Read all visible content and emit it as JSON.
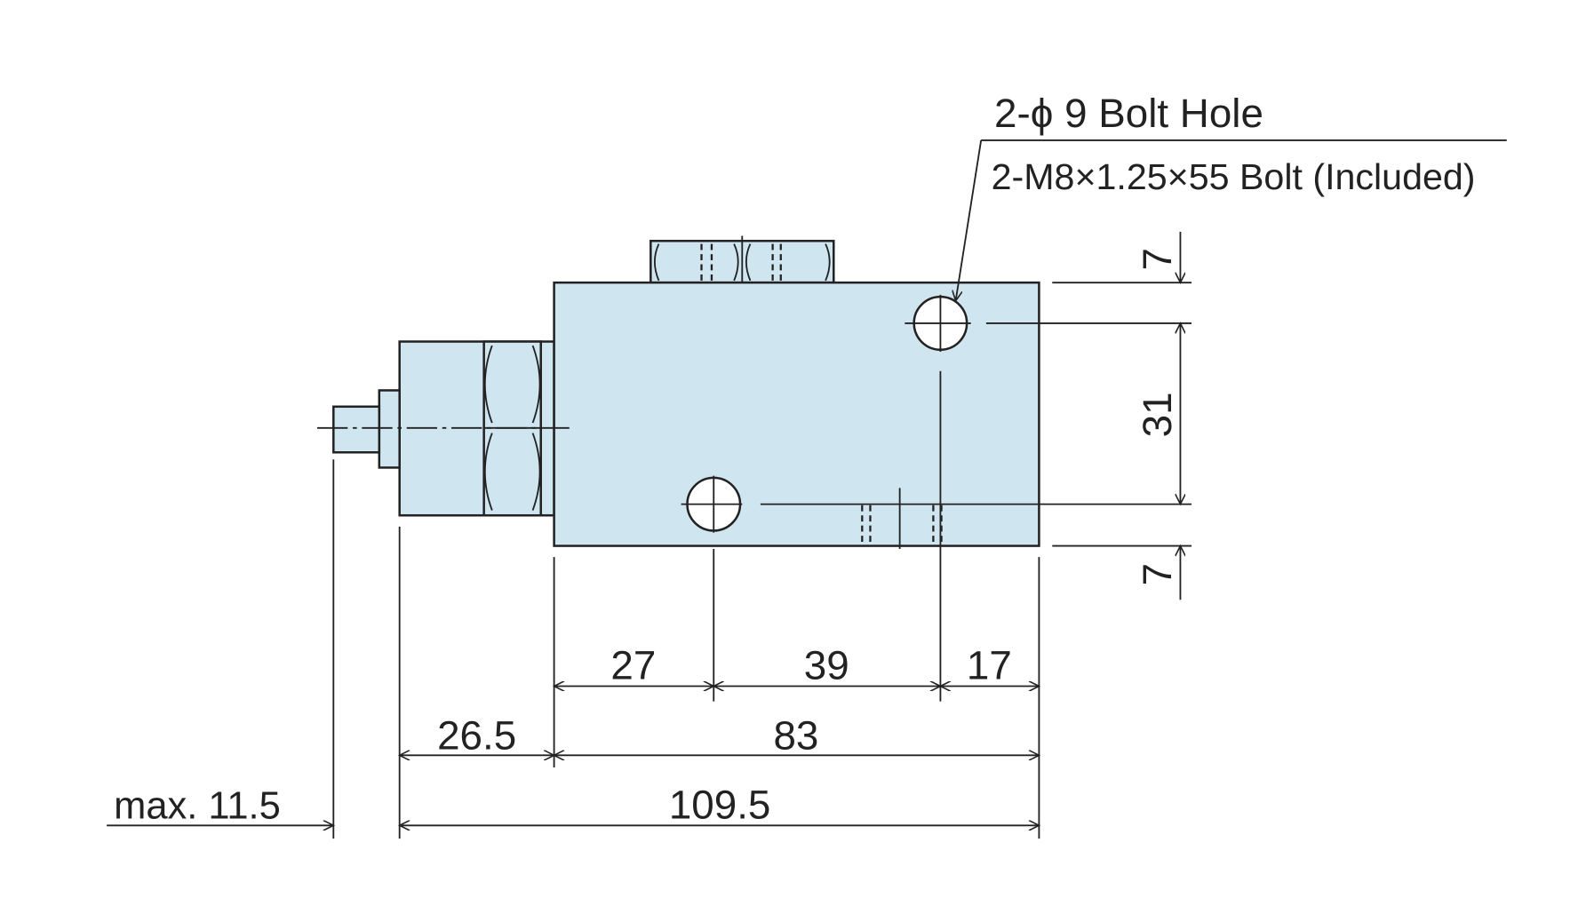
{
  "colors": {
    "body_fill": "#cfe5f0",
    "line": "#222222"
  },
  "callout": {
    "title": "2-ϕ 9 Bolt Hole",
    "subtitle": "2-M8×1.25×55 Bolt (Included)"
  },
  "dimensions": {
    "top_offset": "7",
    "hole_spacing_vertical": "31",
    "bottom_offset": "7",
    "left_to_hole": "27",
    "hole_to_hole": "39",
    "hole_to_right": "17",
    "fitting_length": "26.5",
    "body_length": "83",
    "overall_length": "109.5",
    "stud_max": "max. 11.5"
  }
}
